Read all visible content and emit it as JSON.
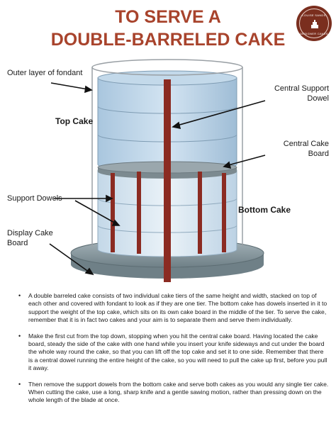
{
  "title": {
    "line1": "TO SERVE A",
    "line2": "DOUBLE-BARRELED CAKE"
  },
  "logo": {
    "top_text": "LOUISE SANDS",
    "bottom_text": "DESIGNER CAKES",
    "icon": "cake-icon"
  },
  "labels": {
    "outer_layer": "Outer layer of fondant",
    "top_cake": "Top Cake",
    "central_support_dowel": "Central Support Dowel",
    "central_cake_board": "Central Cake Board",
    "support_dowels": "Support Dowels",
    "bottom_cake": "Bottom Cake",
    "display_cake_board": "Display Cake Board"
  },
  "colors": {
    "title": "#a8432c",
    "dowel": "#8b2b22",
    "tier_fill": "#c7dcee",
    "board": "#8ea0a6",
    "fondant_outline": "#9aa0a5"
  },
  "instructions": [
    "A double barreled cake consists of two individual cake tiers of the same height and width, stacked on top of each other and covered with fondant to look as if they are one tier.  The bottom cake has dowels inserted in it to support the weight of the top cake, which sits on its own cake board in the middle of the tier. To serve the cake, remember that it is in fact two cakes and your aim is to separate them and serve them individually.",
    "Make the first cut from the top down, stopping when you hit the central cake board. Having located the cake board, steady the side of the cake with one hand while you insert your knife sideways and cut under the board the whole way round the cake, so that you can lift off the top cake and set it to one side.  Remember that there is a central dowel running the entire height of the cake, so you will need to pull the cake up first, before you pull it away.",
    "Then remove the support dowels from the bottom cake and serve both cakes as you would any single tier cake. When cutting the cake, use a long, sharp knife and a gentle sawing motion, rather than pressing down on the whole length of the blade at once."
  ]
}
